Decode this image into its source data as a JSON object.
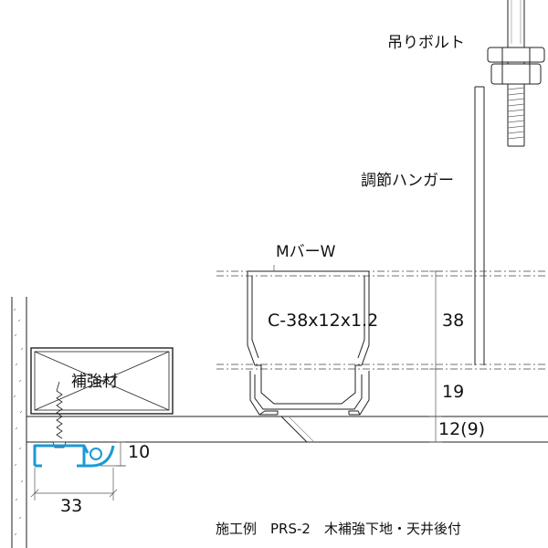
{
  "labels": {
    "bolt": "吊りボルト",
    "hanger": "調節ハンガー",
    "mbar": "MバーW",
    "channel": "C-38x12x1.2",
    "dim_38": "38",
    "dim_19": "19",
    "dim_12": "12(9)",
    "dim_10": "10",
    "dim_33": "33",
    "reinforcement": "補強材",
    "caption": "施工例　PRS-2　木補強下地・天井後付"
  },
  "colors": {
    "line": "#222222",
    "dim": "#555555",
    "profile": "#1a9ad6"
  }
}
